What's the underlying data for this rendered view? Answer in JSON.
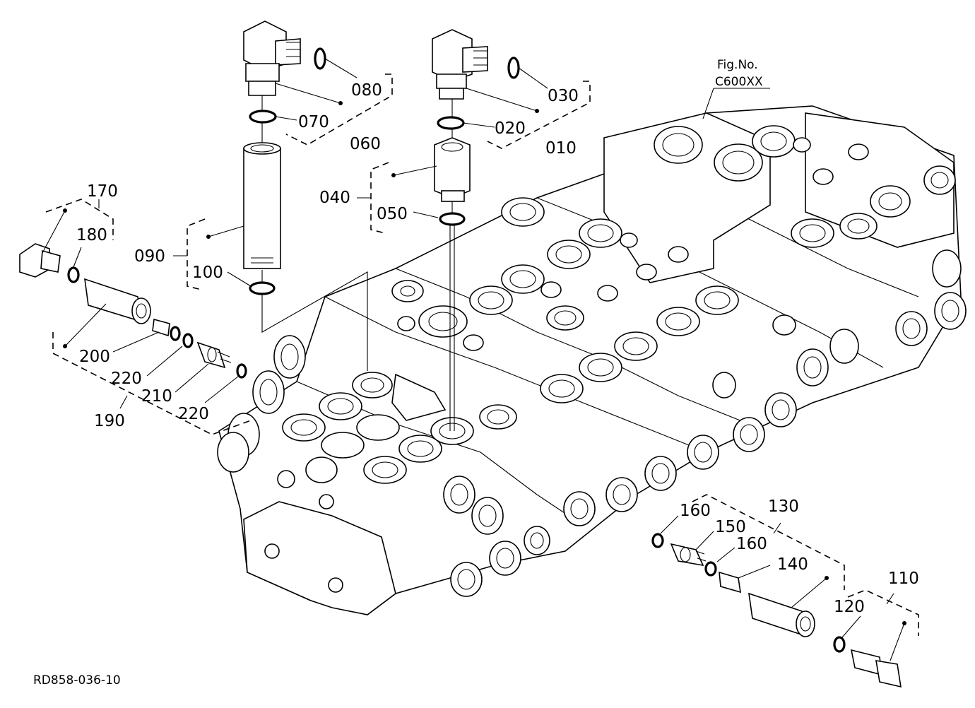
{
  "figure": {
    "fig_no_label": "Fig.No.",
    "fig_no_value": "C600XX",
    "drawing_code": "RD858-036-10"
  },
  "callouts": {
    "p010": "010",
    "p020": "020",
    "p030": "030",
    "p040": "040",
    "p050": "050",
    "p060": "060",
    "p070": "070",
    "p080": "080",
    "p090": "090",
    "p100": "100",
    "p110": "110",
    "p120": "120",
    "p130": "130",
    "p140": "140",
    "p150": "150",
    "p160a": "160",
    "p160b": "160",
    "p170": "170",
    "p180": "180",
    "p190": "190",
    "p200": "200",
    "p210": "210",
    "p220a": "220",
    "p220b": "220"
  }
}
